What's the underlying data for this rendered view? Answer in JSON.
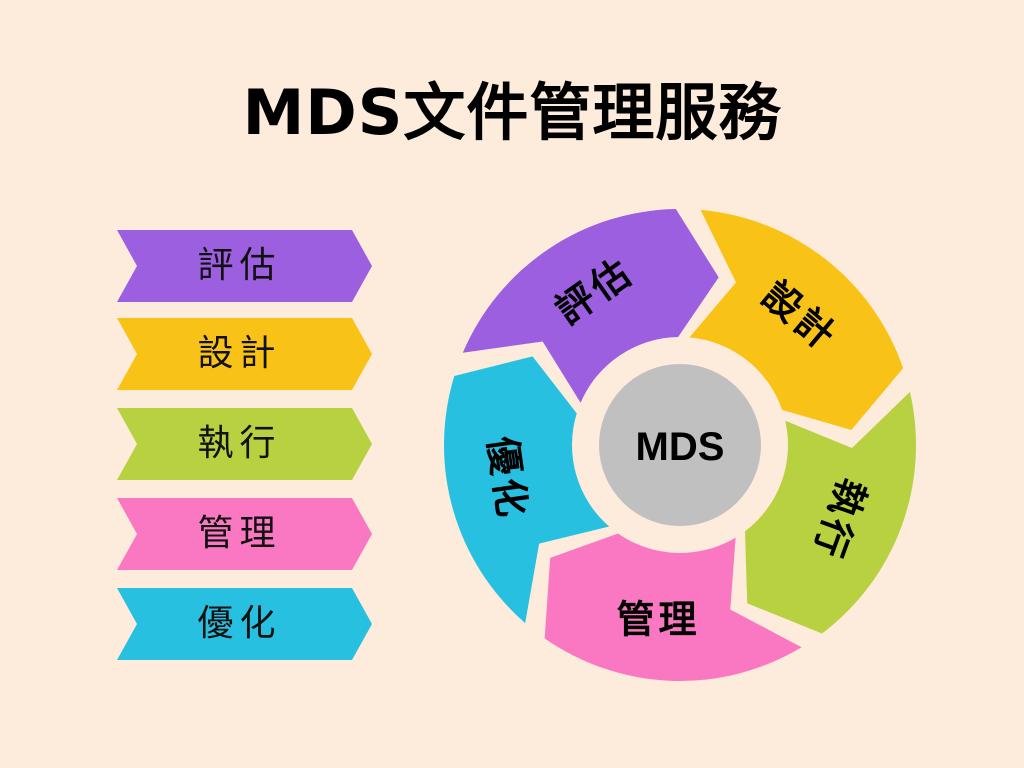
{
  "title": "MDS文件管理服務",
  "center_label": "MDS",
  "steps": [
    {
      "label": "評估",
      "color": "#9b5fe0"
    },
    {
      "label": "設計",
      "color": "#f8c217"
    },
    {
      "label": "執行",
      "color": "#b7d140"
    },
    {
      "label": "管理",
      "color": "#fa78c2"
    },
    {
      "label": "優化",
      "color": "#28c0e0"
    }
  ],
  "center_color": "#c0c0c0"
}
